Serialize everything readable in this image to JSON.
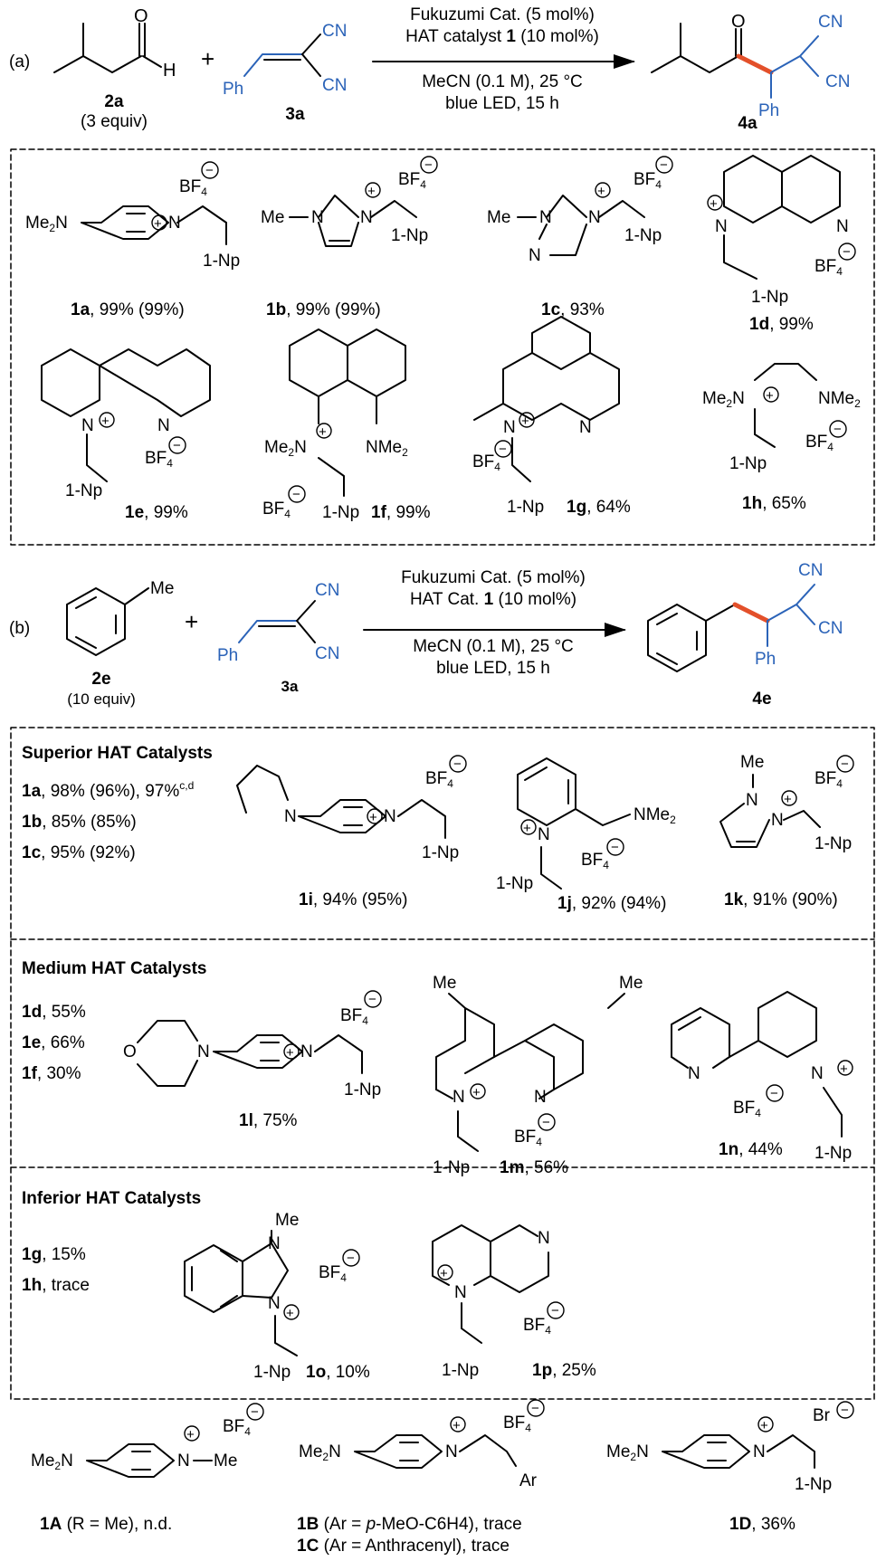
{
  "part_a": {
    "label": "(a)",
    "conditions": {
      "line1": "Fukuzumi Cat. (5 mol%)",
      "line2_pre": "HAT catalyst ",
      "line2_bold": "1",
      "line2_post": " (10 mol%)",
      "line3": "MeCN (0.1 M), 25 °C",
      "line4": "blue LED, 15 h"
    },
    "reactant1": {
      "id": "2a",
      "note": "(3 equiv)",
      "atoms": {
        "o": "O",
        "h": "H"
      }
    },
    "reactant2": {
      "id": "3a",
      "cn_top": "CN",
      "cn_bottom": "CN",
      "ph": "Ph"
    },
    "product": {
      "id": "4a",
      "o": "O",
      "cn_top": "CN",
      "cn_bottom": "CN",
      "ph": "Ph"
    },
    "plus": "+",
    "catalysts": [
      {
        "id": "1a",
        "result": ", 99% (99%)"
      },
      {
        "id": "1b",
        "result": ", 99% (99%)"
      },
      {
        "id": "1c",
        "result": ", 93%"
      },
      {
        "id": "1d",
        "result": ", 99%"
      },
      {
        "id": "1e",
        "result": ", 99%"
      },
      {
        "id": "1f",
        "result": ", 99%"
      },
      {
        "id": "1g",
        "result": ", 64%"
      },
      {
        "id": "1h",
        "result": ", 65%"
      }
    ]
  },
  "part_b": {
    "label": "(b)",
    "conditions": {
      "line1": "Fukuzumi  Cat. (5 mol%)",
      "line2_pre": "HAT Cat. ",
      "line2_bold": "1",
      "line2_post": " (10 mol%)",
      "line3": "MeCN (0.1 M), 25 °C",
      "line4": "blue LED, 15 h"
    },
    "reactant1": {
      "id": "2e",
      "note": "(10 equiv)",
      "me": "Me"
    },
    "reactant2": {
      "id": "3a",
      "cn_top": "CN",
      "cn_bottom": "CN",
      "ph": "Ph"
    },
    "product": {
      "id": "4e",
      "cn_top": "CN",
      "cn_bottom": "CN",
      "ph": "Ph"
    },
    "plus": "+"
  },
  "superior": {
    "title": "Superior HAT Catalysts",
    "results": [
      {
        "id": "1a",
        "text": ", 98% (96%), 97%",
        "sup": "c,d"
      },
      {
        "id": "1b",
        "text": ", 85% (85%)"
      },
      {
        "id": "1c",
        "text": ", 95% (92%)"
      }
    ],
    "catalysts": [
      {
        "id": "1i",
        "result": ", 94% (95%)"
      },
      {
        "id": "1j",
        "result": ", 92% (94%)"
      },
      {
        "id": "1k",
        "result": ", 91% (90%)"
      }
    ]
  },
  "medium": {
    "title": "Medium HAT Catalysts",
    "results": [
      {
        "id": "1d",
        "text": ", 55%"
      },
      {
        "id": "1e",
        "text": ", 66%"
      },
      {
        "id": "1f",
        "text": ", 30%"
      }
    ],
    "catalysts": [
      {
        "id": "1l",
        "result": ", 75%"
      },
      {
        "id": "1m",
        "result": ", 56%"
      },
      {
        "id": "1n",
        "result": ", 44%"
      }
    ]
  },
  "inferior": {
    "title": "Inferior HAT Catalysts",
    "results": [
      {
        "id": "1g",
        "text": ", 15%"
      },
      {
        "id": "1h",
        "text": ", trace"
      }
    ],
    "catalysts": [
      {
        "id": "1o",
        "result": ", 10%"
      },
      {
        "id": "1p",
        "result": ", 25%"
      }
    ]
  },
  "controls": [
    {
      "id": "1A",
      "result": " (R = Me), n.d."
    },
    {
      "id": "1B",
      "result_pre": " (Ar = ",
      "result_ital": "p",
      "result_post": "-MeO-C6H4), trace"
    },
    {
      "id": "1C",
      "result": " (Ar = Anthracenyl), trace"
    },
    {
      "id": "1D",
      "result": ", 36%"
    }
  ],
  "atoms": {
    "me2n": "Me2N",
    "nme2": "NMe2",
    "n": "N",
    "me": "Me",
    "bf4": "BF4",
    "np": "1-Np",
    "ar": "Ar",
    "br": "Br",
    "o": "O",
    "plus": "+",
    "minus": "−"
  },
  "colors": {
    "blue": "#2b63b8",
    "red": "#e3502a",
    "black": "#000000"
  }
}
